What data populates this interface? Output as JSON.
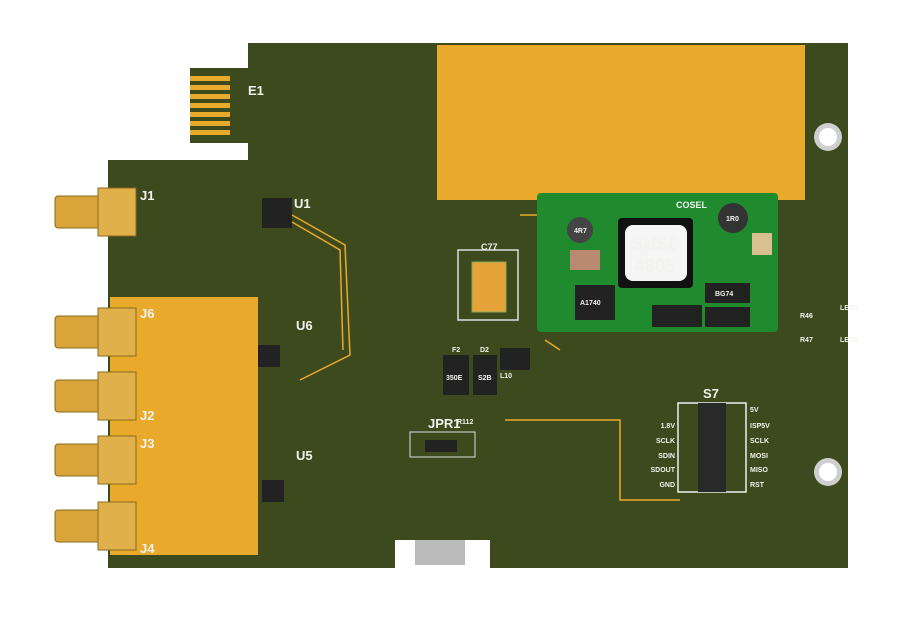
{
  "colors": {
    "board": "#3d4a1e",
    "gold": "#e9a92a",
    "module": "#1f8a2e",
    "silkscreen": "#f2f2ee",
    "connector": "#d9a53a"
  },
  "labels": {
    "edge_connector": "E1",
    "u1": "U1",
    "u5": "U5",
    "u6": "U6",
    "j1": "J1",
    "j2": "J2",
    "j3": "J3",
    "j4": "J4",
    "j6": "J6",
    "c77": "C77",
    "f2": "F2",
    "d2": "D2",
    "l10": "L10",
    "jpr1": "JPR1",
    "r112": "R112",
    "s7": "S7",
    "r46": "R46",
    "r47": "R47",
    "led3": "LED3",
    "led4": "LED4",
    "f2_marking": "350E",
    "d2_marking": "S2B"
  },
  "power_module": {
    "brand": "COSEL",
    "model_line1": "SUS6",
    "model_line2": "4805",
    "inductor1": "4R7",
    "inductor2": "1R0",
    "ic1": "A1740",
    "ic2": "BG74"
  },
  "header_s7": {
    "left": [
      "1.8V",
      "SCLK",
      "SDIN",
      "SDOUT",
      "GND"
    ],
    "right": [
      "5V",
      "ISP5V",
      "SCLK",
      "MOSI",
      "MISO",
      "RST"
    ]
  }
}
